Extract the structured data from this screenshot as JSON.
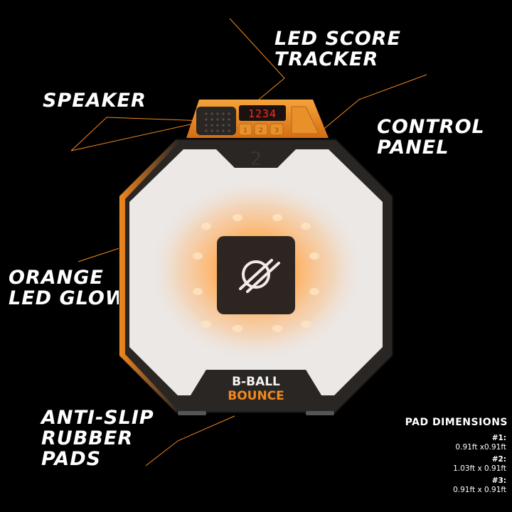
{
  "callouts": {
    "led_score_tracker": "LED SCORE\nTRACKER",
    "speaker": "SPEAKER",
    "control_panel": "CONTROL\nPANEL",
    "orange_led_glow": "ORANGE\nLED GLOW",
    "anti_slip_pads": "ANTI-SLIP\nRUBBER\nPADS"
  },
  "device": {
    "score_display": "1234",
    "buttons": [
      "1",
      "2",
      "3"
    ],
    "brand_line1": "B-BALL",
    "brand_line2": "BOUNCE",
    "pad_number": "2"
  },
  "dimensions": {
    "title": "PAD DIMENSIONS",
    "entries": [
      {
        "label": "#1:",
        "value": "0.91ft x0.91ft"
      },
      {
        "label": "#2:",
        "value": "1.03ft x 0.91ft"
      },
      {
        "label": "#3:",
        "value": "0.91ft x 0.91ft"
      }
    ]
  },
  "colors": {
    "accent": "#f0881e",
    "pad_body": "#2a2624",
    "pad_surface": "#ece8e6",
    "glow": "#ffb060",
    "led_red": "#ff2a1a"
  }
}
